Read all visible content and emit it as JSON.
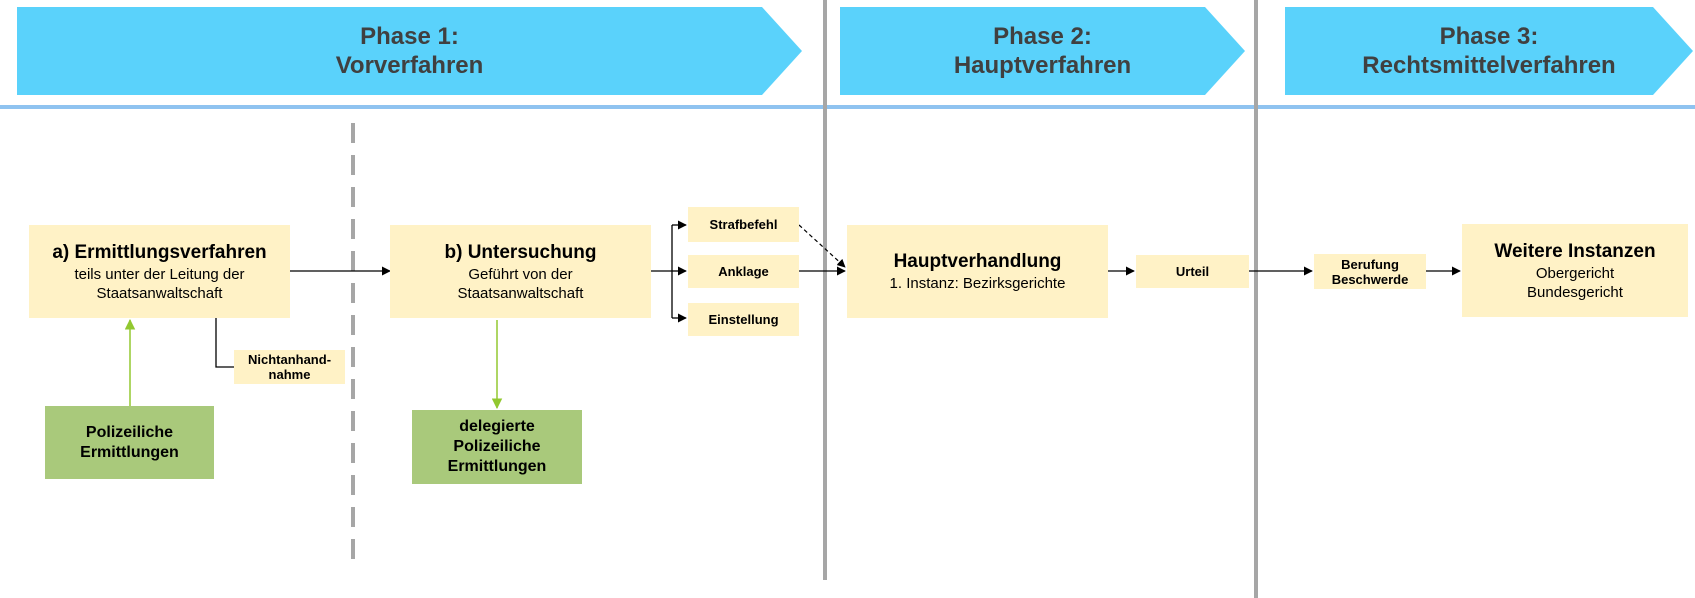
{
  "phases": [
    {
      "line1": "Phase 1:",
      "line2": "Vorverfahren"
    },
    {
      "line1": "Phase 2:",
      "line2": "Hauptverfahren"
    },
    {
      "line1": "Phase 3:",
      "line2": "Rechtsmittelverfahren"
    }
  ],
  "boxes": {
    "ermittlung": {
      "title": "a) Ermittlungsverfahren",
      "sub1": "teils unter der Leitung der",
      "sub2": "Staatsanwaltschaft"
    },
    "untersuchung": {
      "title": "b) Untersuchung",
      "sub1": "Geführt von der",
      "sub2": "Staatsanwaltschaft"
    },
    "hauptverhandlung": {
      "title": "Hauptverhandlung",
      "sub1": "1. Instanz: Bezirksgerichte"
    },
    "instanzen": {
      "title": "Weitere Instanzen",
      "sub1": "Obergericht",
      "sub2": "Bundesgericht"
    },
    "nichtanhand": {
      "line1": "Nichtanhand-",
      "line2": "nahme"
    },
    "strafbefehl": "Strafbefehl",
    "anklage": "Anklage",
    "einstellung": "Einstellung",
    "urteil": "Urteil",
    "berufung": {
      "line1": "Berufung",
      "line2": "Beschwerde"
    },
    "polizei": {
      "line1": "Polizeiliche",
      "line2": "Ermittlungen"
    },
    "delegiert": {
      "line1": "delegierte",
      "line2": "Polizeiliche",
      "line3": "Ermittlungen"
    }
  },
  "colors": {
    "phase_arrow": "#5ad2fb",
    "box": "#fff2c6",
    "green": "#a9c97b",
    "accent_line": "#8fc3f0",
    "divider": "#a6a6a6",
    "green_arrow": "#92c830"
  }
}
